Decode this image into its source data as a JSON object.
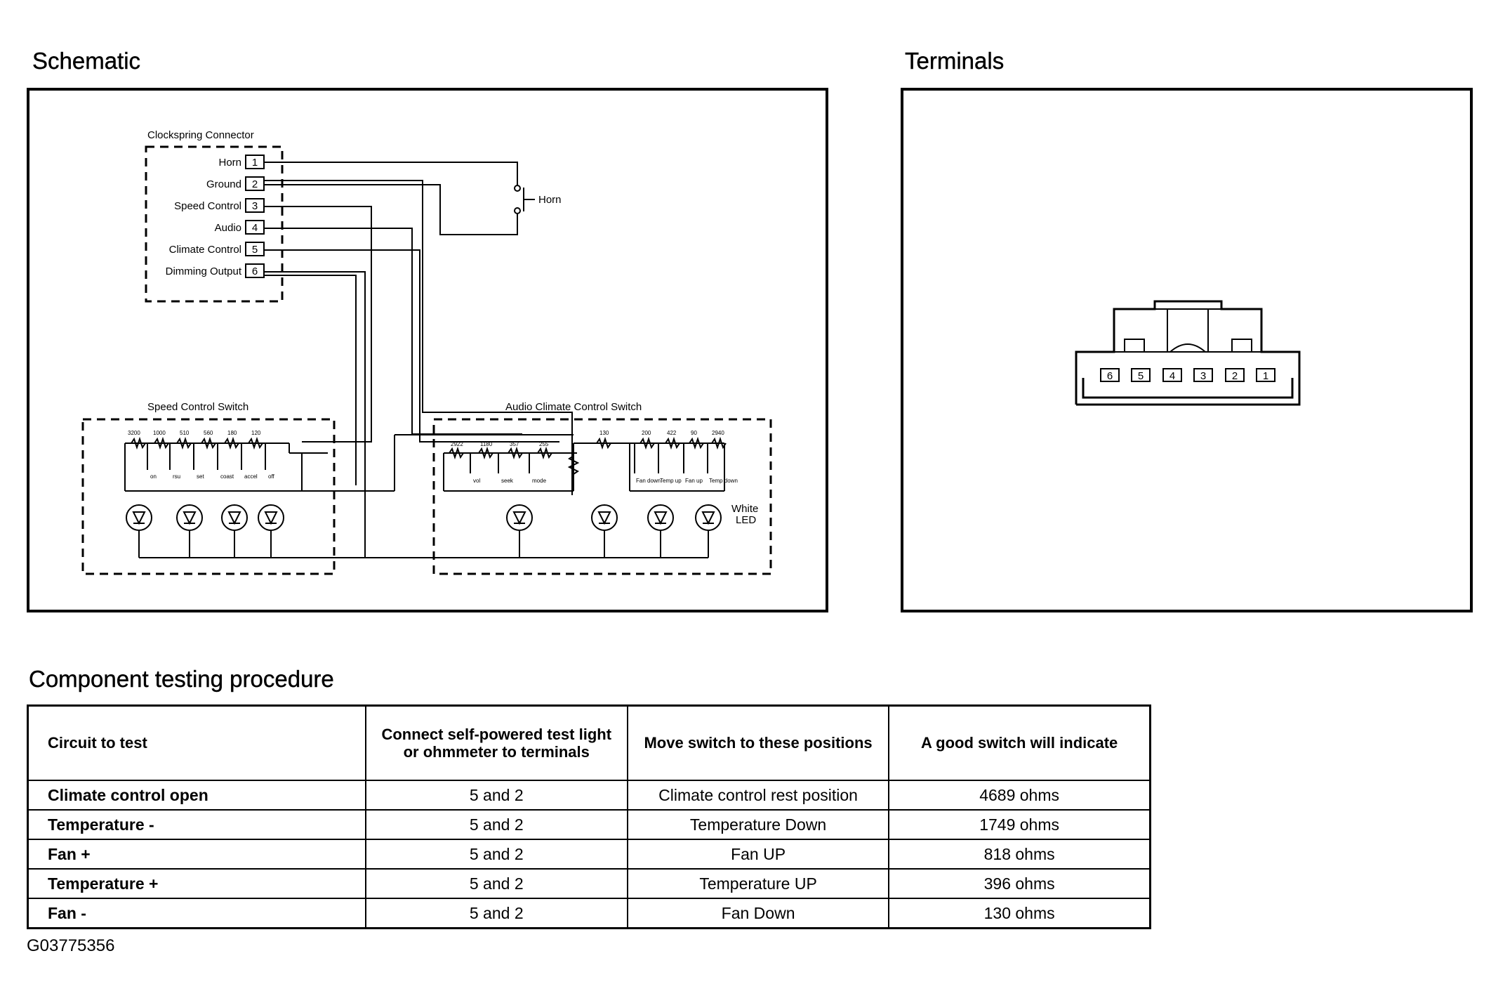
{
  "headings": {
    "schematic": "Schematic",
    "terminals": "Terminals",
    "procedure": "Component testing procedure"
  },
  "schematic": {
    "clockspring_title": "Clockspring Connector",
    "pins": [
      {
        "label": "Horn",
        "num": "1"
      },
      {
        "label": "Ground",
        "num": "2"
      },
      {
        "label": "Speed Control",
        "num": "3"
      },
      {
        "label": "Audio",
        "num": "4"
      },
      {
        "label": "Climate Control",
        "num": "5"
      },
      {
        "label": "Dimming Output",
        "num": "6"
      }
    ],
    "horn_label": "Horn",
    "speed_switch_title": "Speed Control Switch",
    "audio_switch_title": "Audio Climate Control Switch",
    "speed_resistors": [
      "3200",
      "1000",
      "510",
      "560",
      "180",
      "120"
    ],
    "speed_buttons": [
      "on",
      "rsu",
      "set",
      "coast",
      "accel",
      "off"
    ],
    "audio_resistors": [
      "2922",
      "1180",
      "357",
      "255",
      "130",
      "200",
      "422",
      "90",
      "2940"
    ],
    "audio_buttons": [
      "vol",
      "seek",
      "mode",
      "Fan down",
      "Temp up",
      "Fan up",
      "Temp down"
    ],
    "led_label_1": "White",
    "led_label_2": "LED"
  },
  "terminals": {
    "pins": [
      "6",
      "5",
      "4",
      "3",
      "2",
      "1"
    ]
  },
  "table": {
    "headers": [
      "Circuit to test",
      "Connect self-powered test light or ohmmeter to terminals",
      "Move switch to these positions",
      "A good switch will indicate"
    ],
    "rows": [
      [
        "Climate control open",
        "5 and 2",
        "Climate control rest position",
        "4689 ohms"
      ],
      [
        "Temperature -",
        "5 and 2",
        "Temperature Down",
        "1749 ohms"
      ],
      [
        "Fan +",
        "5 and 2",
        "Fan UP",
        "818 ohms"
      ],
      [
        "Temperature +",
        "5 and 2",
        "Temperature UP",
        "396 ohms"
      ],
      [
        "Fan -",
        "5 and 2",
        "Fan Down",
        "130 ohms"
      ]
    ]
  },
  "figure_id": "G03775356"
}
